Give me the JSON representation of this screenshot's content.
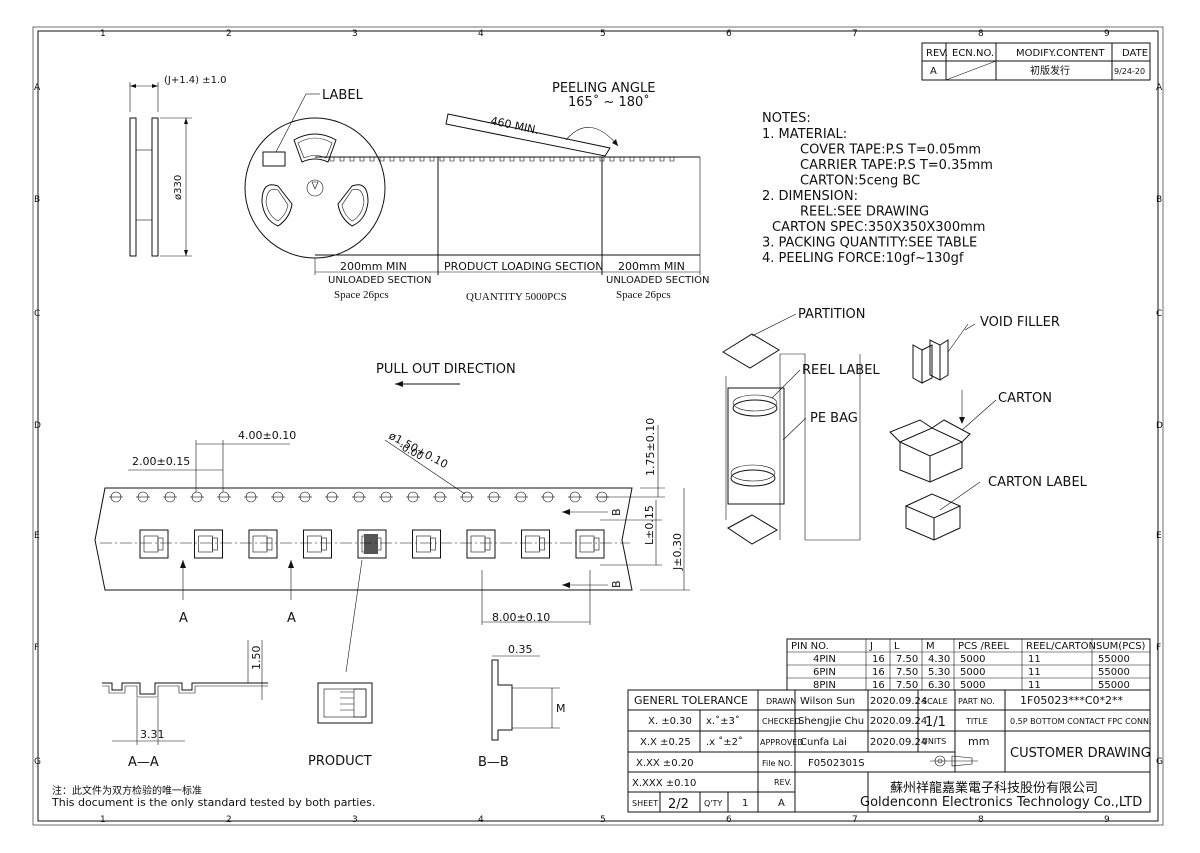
{
  "frame": {
    "col_labels": [
      "1",
      "2",
      "3",
      "4",
      "5",
      "6",
      "7",
      "8",
      "9"
    ],
    "row_labels": [
      "A",
      "B",
      "C",
      "D",
      "E",
      "F",
      "G"
    ]
  },
  "revision": {
    "headers": [
      "REV.",
      "ECN.NO.",
      "MODIFY.CONTENT",
      "DATE"
    ],
    "rows": [
      {
        "rev": "A",
        "ecn": "",
        "content": "初版发行",
        "date": "9/24-20"
      }
    ]
  },
  "reel_view": {
    "width_dim": "(J+1.4) ±1.0",
    "diameter_dim": "ø330",
    "label": "LABEL",
    "peeling_title": "PEELING ANGLE",
    "peeling_range": "165˚ ~ 180˚",
    "length_dim": "460 MIN.",
    "sections": [
      {
        "dim": "200mm MIN",
        "name": "UNLOADED SECTION",
        "qty": "Space 26pcs"
      },
      {
        "dim": "",
        "name": "PRODUCT LOADING SECTION",
        "qty": "QUANTITY 5000PCS"
      },
      {
        "dim": "200mm MIN",
        "name": "UNLOADED SECTION",
        "qty": "Space 26pcs"
      }
    ]
  },
  "notes": {
    "title": "NOTES:",
    "lines": [
      "1. MATERIAL:",
      "COVER TAPE:P.S T=0.05mm",
      "CARRIER TAPE:P.S T=0.35mm",
      "CARTON:5ceng BC",
      "2. DIMENSION:",
      "REEL:SEE DRAWING",
      "CARTON SPEC:350X350X300mm",
      "3. PACKING QUANTITY:SEE TABLE",
      "4. PEELING FORCE:10gf~130gf"
    ]
  },
  "packing": {
    "partition": "PARTITION",
    "void_filler": "VOID FILLER",
    "reel_label": "REEL LABEL",
    "pe_bag": "PE BAG",
    "carton": "CARTON",
    "carton_label": "CARTON LABEL"
  },
  "tape": {
    "direction": "PULL OUT DIRECTION",
    "pitch_4": "4.00±0.10",
    "pitch_2": "2.00±0.15",
    "hole_dia": "ø1.50+0.10",
    "hole_dia_tol": "-0.00",
    "edge_dim": "1.75±0.10",
    "l_dim": "L±0.15",
    "j_dim": "J±0.30",
    "pitch_8": "8.00±0.10",
    "section_a": "A",
    "section_b": "B"
  },
  "details": {
    "aa_label": "A—A",
    "aa_dim1": "1.50",
    "aa_dim2": "3.31",
    "product": "PRODUCT",
    "bb_label": "B—B",
    "bb_dim": "0.35",
    "bb_m": "M"
  },
  "pin_table": {
    "headers": [
      "PIN NO.",
      "J",
      "L",
      "M",
      "PCS /REEL",
      "REEL/CARTON",
      "SUM(PCS)"
    ],
    "rows": [
      [
        "4PIN",
        "16",
        "7.50",
        "4.30",
        "5000",
        "11",
        "55000"
      ],
      [
        "6PIN",
        "16",
        "7.50",
        "5.30",
        "5000",
        "11",
        "55000"
      ],
      [
        "8PIN",
        "16",
        "7.50",
        "6.30",
        "5000",
        "11",
        "55000"
      ]
    ]
  },
  "title_block": {
    "tolerance_title": "GENERL TOLERANCE",
    "tol": [
      {
        "a": "X. ±0.30",
        "b": "x.˚±3˚"
      },
      {
        "a": "X.X ±0.25",
        "b": ".x ˚±2˚"
      },
      {
        "a": "X.XX ±0.20",
        "b": ""
      },
      {
        "a": "X.XXX ±0.10",
        "b": ""
      }
    ],
    "drawn_label": "DRAWN",
    "drawn_name": "Wilson Sun",
    "drawn_date": "2020.09.24",
    "checked_label": "CHECKED",
    "checked_name": "Shengjie Chu",
    "checked_date": "2020.09.24",
    "approved_label": "APPROVED",
    "approved_name": "Cunfa Lai",
    "approved_date": "2020.09.24",
    "scale_label": "SCALE",
    "scale": "1/1",
    "part_label": "PART NO.",
    "part_no": "1F05023***C0*2**",
    "title_label": "TITLE",
    "title": "0.5P BOTTOM CONTACT FPC CONN.",
    "units_label": "UNITS",
    "units": "mm",
    "customer": "CUSTOMER DRAWING",
    "file_label": "File NO.",
    "file_no": "F0502301S",
    "rev_label": "REV.",
    "rev": "A",
    "sheet_label": "SHEET",
    "sheet": "2/2",
    "qty_label": "Q'TY",
    "qty": "1",
    "company_cn": "蘇州祥龍嘉業電子科技股份有限公司",
    "company_en": "Goldenconn Electronics Technology Co.,LTD"
  },
  "footer": {
    "cn": "注：此文件为双方检验的唯一标准",
    "en": "This document is the only standard tested by both parties."
  }
}
